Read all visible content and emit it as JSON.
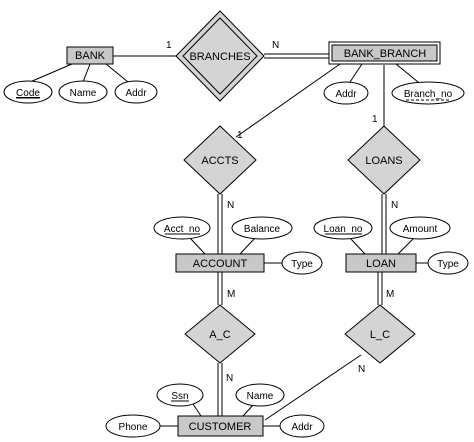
{
  "diagram": {
    "entities": {
      "bank": "BANK",
      "bank_branch": "BANK_BRANCH",
      "account": "ACCOUNT",
      "loan": "LOAN",
      "customer": "CUSTOMER"
    },
    "relationships": {
      "branches": "BRANCHES",
      "accts": "ACCTS",
      "loans": "LOANS",
      "a_c": "A_C",
      "l_c": "L_C"
    },
    "attributes": {
      "bank_code": "Code",
      "bank_name": "Name",
      "bank_addr": "Addr",
      "branch_addr": "Addr",
      "branch_no": "Branch_no",
      "acct_no": "Acct_no",
      "balance": "Balance",
      "account_type": "Type",
      "loan_no": "Loan_no",
      "amount": "Amount",
      "loan_type": "Type",
      "ssn": "Ssn",
      "customer_name": "Name",
      "phone": "Phone",
      "customer_addr": "Addr"
    },
    "cardinalities": {
      "bank_branches": "1",
      "branches_branch": "N",
      "branch_accts": "1",
      "accts_account": "N",
      "branch_loans": "1",
      "loans_loan": "N",
      "account_ac": "M",
      "ac_customer": "N",
      "loan_lc": "M",
      "lc_customer": "N"
    }
  }
}
